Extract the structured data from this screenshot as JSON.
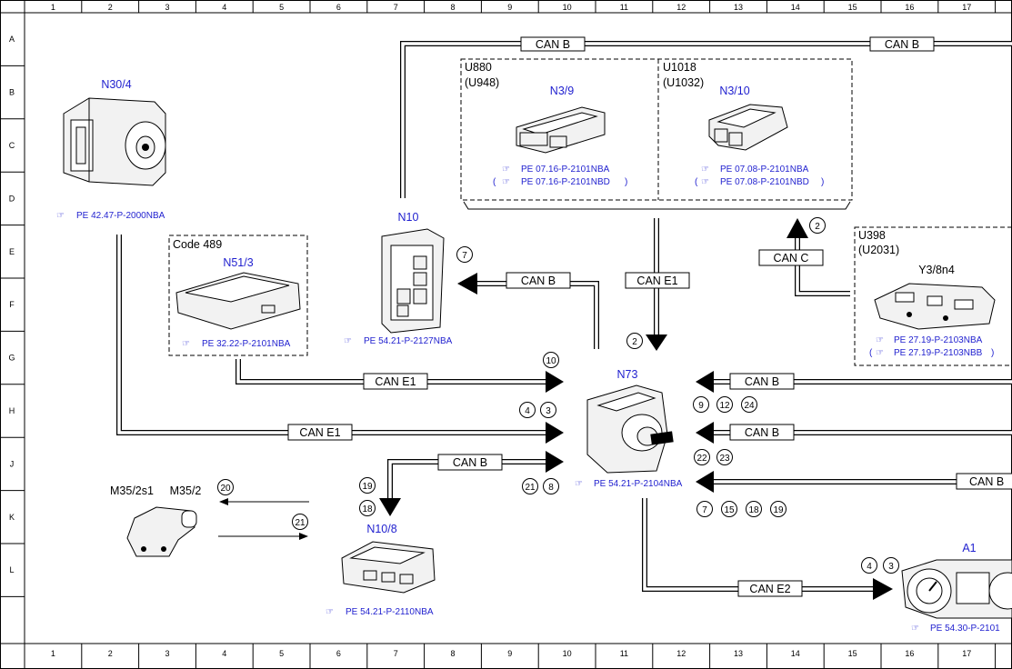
{
  "grid": {
    "columns": [
      "1",
      "2",
      "3",
      "4",
      "5",
      "6",
      "7",
      "8",
      "9",
      "10",
      "11",
      "12",
      "13",
      "14",
      "15",
      "16",
      "17"
    ],
    "rows": [
      "A",
      "B",
      "C",
      "D",
      "E",
      "F",
      "G",
      "H",
      "J",
      "K",
      "L"
    ]
  },
  "components": {
    "n30_4": {
      "label": "N30/4",
      "ref": "PE 42.47-P-2000NBA"
    },
    "n10": {
      "label": "N10",
      "ref": "PE 54.21-P-2127NBA"
    },
    "n3_9": {
      "code": "U880",
      "code_alt": "(U948)",
      "label": "N3/9",
      "ref1": "PE 07.16-P-2101NBA",
      "ref2": "PE 07.16-P-2101NBD"
    },
    "n3_10": {
      "code": "U1018",
      "code_alt": "(U1032)",
      "label": "N3/10",
      "ref1": "PE 07.08-P-2101NBA",
      "ref2": "PE 07.08-P-2101NBD"
    },
    "n51_3": {
      "code": "Code 489",
      "label": "N51/3",
      "ref": "PE 32.22-P-2101NBA"
    },
    "y3_8n4": {
      "code": "U398",
      "code_alt": "(U2031)",
      "label": "Y3/8n4",
      "ref1": "PE 27.19-P-2103NBA",
      "ref2": "PE 27.19-P-2103NBB"
    },
    "n73": {
      "label": "N73",
      "ref": "PE 54.21-P-2104NBA"
    },
    "m35": {
      "label1": "M35/2s1",
      "label2": "M35/2"
    },
    "n10_8": {
      "label": "N10/8",
      "ref": "PE 54.21-P-2110NBA"
    },
    "a1": {
      "label": "A1",
      "ref": "PE 54.30-P-2101"
    }
  },
  "buses": {
    "can_b": "CAN B",
    "can_c": "CAN C",
    "can_e1": "CAN E1",
    "can_e2": "CAN E2"
  },
  "signals": {
    "n2": "2",
    "n3": "3",
    "n4": "4",
    "n7": "7",
    "n8": "8",
    "n9": "9",
    "n10": "10",
    "n12": "12",
    "n15": "15",
    "n18": "18",
    "n19": "19",
    "n20": "20",
    "n21": "21",
    "n22": "22",
    "n23": "23",
    "n24": "24"
  },
  "ref_icon": "☞"
}
